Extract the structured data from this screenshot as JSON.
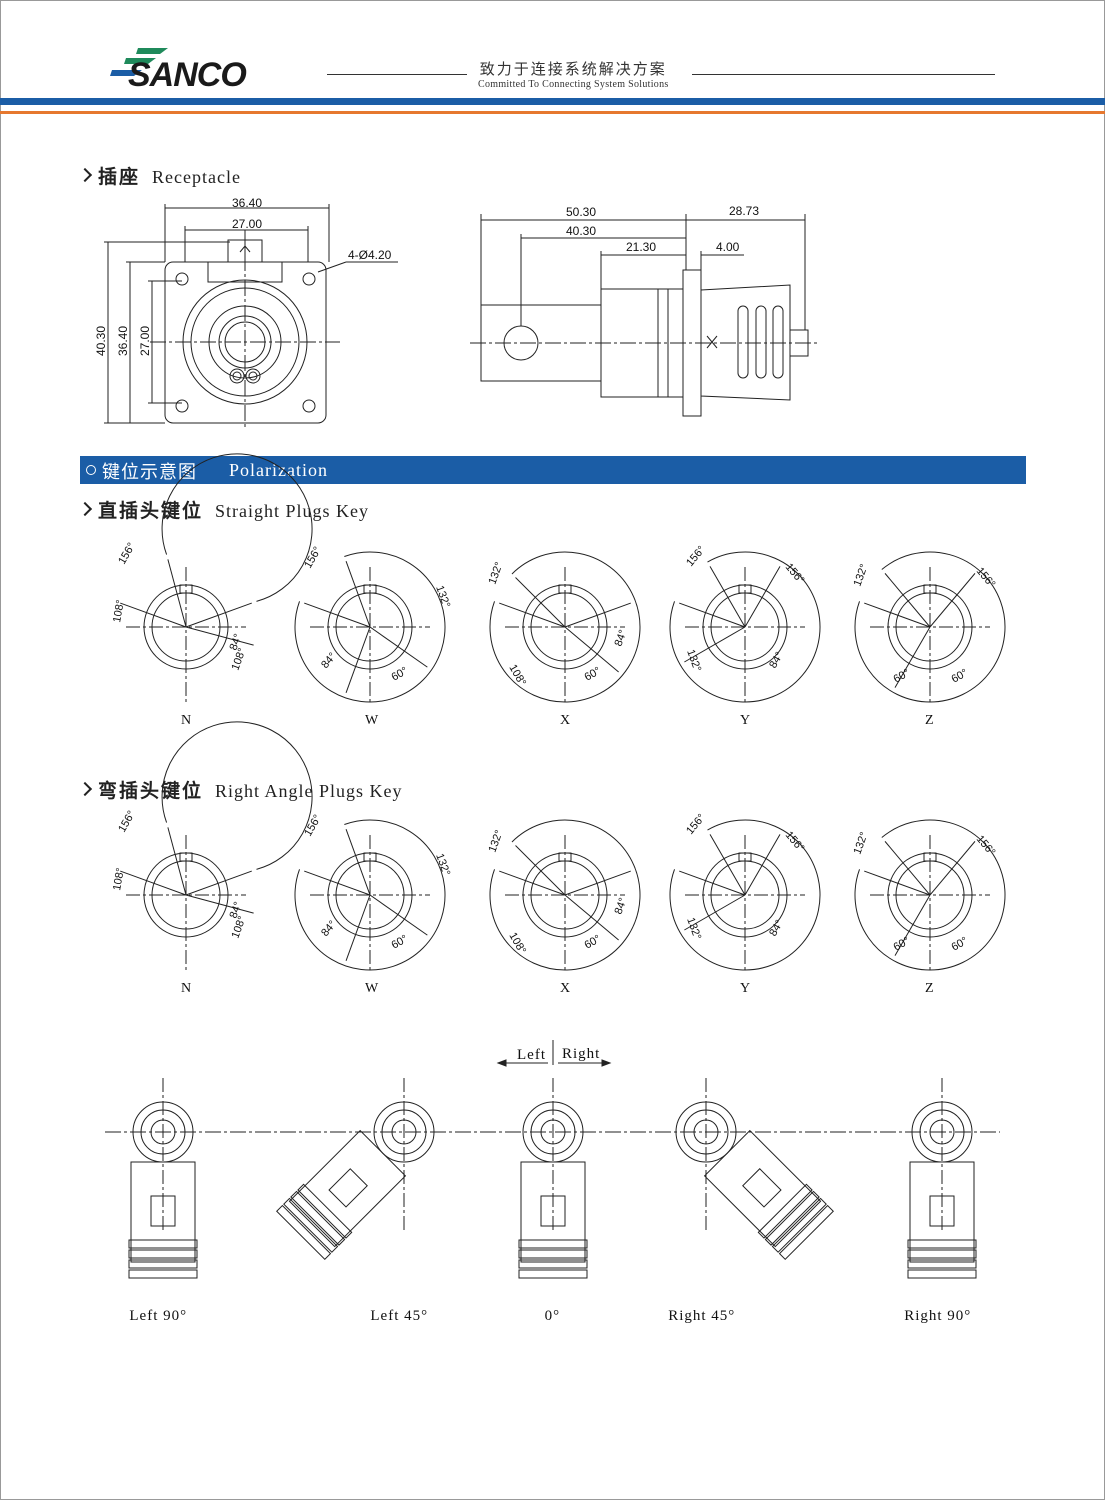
{
  "brand": {
    "logo_text": "SANCO",
    "tagline_cn": "致力于连接系统解决方案",
    "tagline_en": "Committed To Connecting System Solutions"
  },
  "colors": {
    "brand_blue": "#1b5da6",
    "accent_orange": "#e6782f",
    "logo_green": "#1f8a5b"
  },
  "receptacle": {
    "heading_cn": "插座",
    "heading_en": "Receptacle",
    "front_dims": {
      "width_outer": "36.40",
      "width_inner": "27.00",
      "height_outer": "40.30",
      "height_mid": "36.40",
      "height_inner": "27.00",
      "holes": "4-Ø4.20"
    },
    "side_dims": {
      "total": "50.30",
      "rear": "28.73",
      "mid": "40.30",
      "body": "21.30",
      "flange": "4.00"
    }
  },
  "polarization": {
    "section_cn": "键位示意图",
    "section_en": "Polarization",
    "section_icon": "target-icon",
    "straight": {
      "heading_cn": "直插头键位",
      "heading_en": "Straight Plugs Key",
      "keys": [
        {
          "label": "N",
          "angles": [
            "156°",
            "108°",
            "84°",
            "108°"
          ]
        },
        {
          "label": "W",
          "angles": [
            "156°",
            "132°",
            "84°",
            "60°"
          ]
        },
        {
          "label": "X",
          "angles": [
            "132°",
            "108°",
            "60°",
            "84°"
          ]
        },
        {
          "label": "Y",
          "angles": [
            "156°",
            "156°",
            "132°",
            "84°"
          ]
        },
        {
          "label": "Z",
          "angles": [
            "132°",
            "156°",
            "60°",
            "60°"
          ]
        }
      ]
    },
    "right_angle": {
      "heading_cn": "弯插头键位",
      "heading_en": "Right Angle Plugs Key",
      "keys": [
        {
          "label": "N",
          "angles": [
            "156°",
            "108°",
            "84°",
            "108°"
          ]
        },
        {
          "label": "W",
          "angles": [
            "156°",
            "132°",
            "84°",
            "60°"
          ]
        },
        {
          "label": "X",
          "angles": [
            "132°",
            "108°",
            "60°",
            "84°"
          ]
        },
        {
          "label": "Y",
          "angles": [
            "156°",
            "156°",
            "132°",
            "84°"
          ]
        },
        {
          "label": "Z",
          "angles": [
            "132°",
            "156°",
            "60°",
            "60°"
          ]
        }
      ]
    },
    "orientation": {
      "left_label": "Left",
      "right_label": "Right",
      "positions": [
        "Left 90°",
        "Left 45°",
        "0°",
        "Right 45°",
        "Right 90°"
      ]
    }
  }
}
